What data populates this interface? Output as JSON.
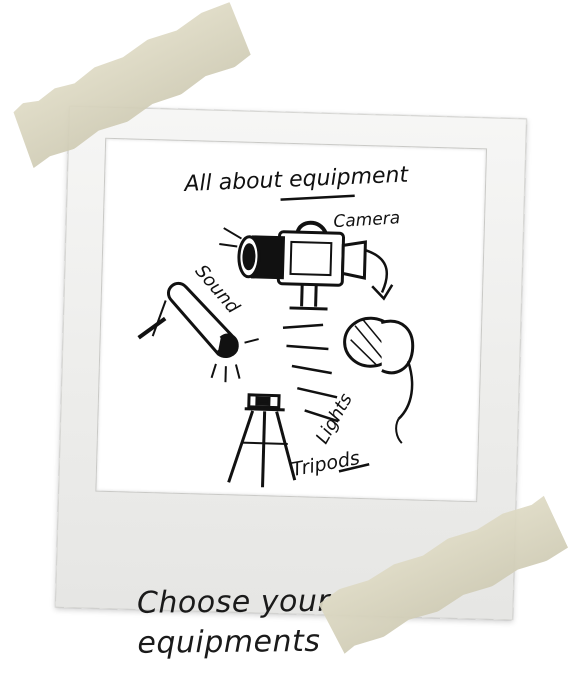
{
  "polaroid": {
    "sketch": {
      "title": "All about equipment",
      "labels": {
        "camera": "Camera",
        "sound": "Sound",
        "lights": "Lights",
        "tripods": "Tripods"
      }
    },
    "caption": {
      "line1": "Choose your",
      "line2": "equipments"
    }
  },
  "colors": {
    "tape": "#d8d4bd",
    "frame": "#efefed",
    "ink": "#111111"
  }
}
